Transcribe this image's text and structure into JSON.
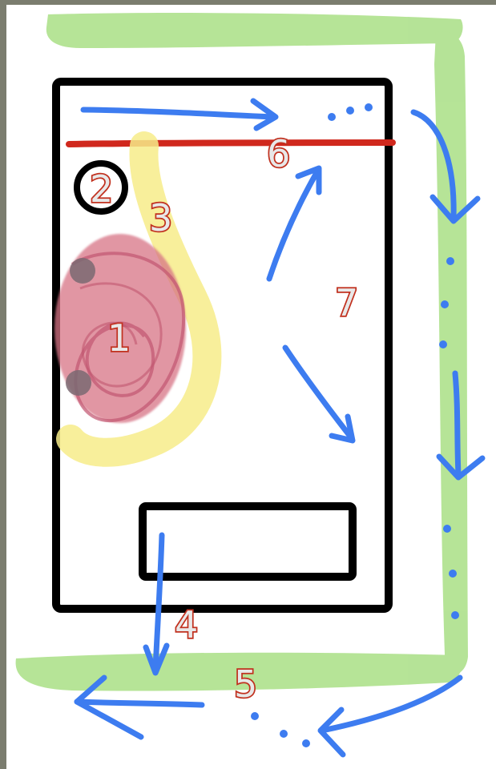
{
  "canvas": {
    "background_color": "#ffffff",
    "frame_color": "#7b7d6f"
  },
  "colors": {
    "green_highlight": "#a9df85",
    "blue_arrow": "#3d7cf0",
    "red_line": "#d0281d",
    "black_outline": "#000000",
    "pink_blob": "#d77385",
    "yellow_highlight": "#f7ec8a",
    "gray_dot": "#7a6a72",
    "number_fill": "#e8e8e8",
    "number_outline": "#c1311f"
  },
  "labels": {
    "n1": "1",
    "n2": "2",
    "n3": "3",
    "n4": "4",
    "n5": "5",
    "n6": "6",
    "n7": "7"
  },
  "icons": [
    "blue-arrow-icon",
    "dotted-ellipsis-icon",
    "circle-outline-icon"
  ]
}
